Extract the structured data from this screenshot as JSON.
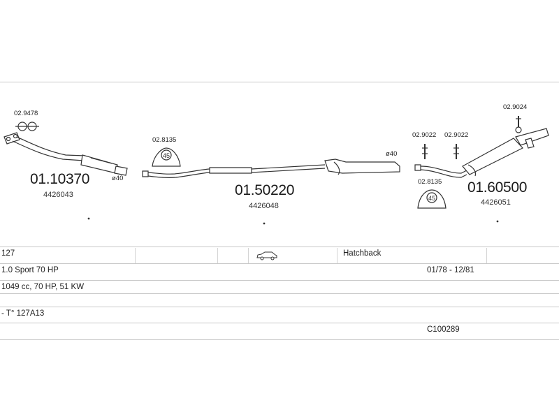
{
  "parts": {
    "front_pipe": {
      "code": "01.10370",
      "ref": "4426043",
      "diameter": "ø40"
    },
    "middle_pipe": {
      "code": "01.50220",
      "ref": "4426048",
      "diameter": "ø40"
    },
    "rear_silencer": {
      "code": "01.60500",
      "ref": "4426051"
    }
  },
  "accessories": {
    "gasket": "02.9478",
    "mount_middle": "02.8135",
    "mount_middle_number": "45",
    "clamp_1": "02.9022",
    "clamp_2": "02.9022",
    "mount_rear": "02.8135",
    "mount_rear_number": "45",
    "hanger": "02.9024"
  },
  "table": {
    "model": "127",
    "body_type": "Hatchback",
    "version": "1.0 Sport 70 HP",
    "years": "01/78 - 12/81",
    "engine_spec": "1049 cc, 70 HP, 51 KW",
    "engine_code": "- T° 127A13",
    "catalog_code": "C100289"
  }
}
